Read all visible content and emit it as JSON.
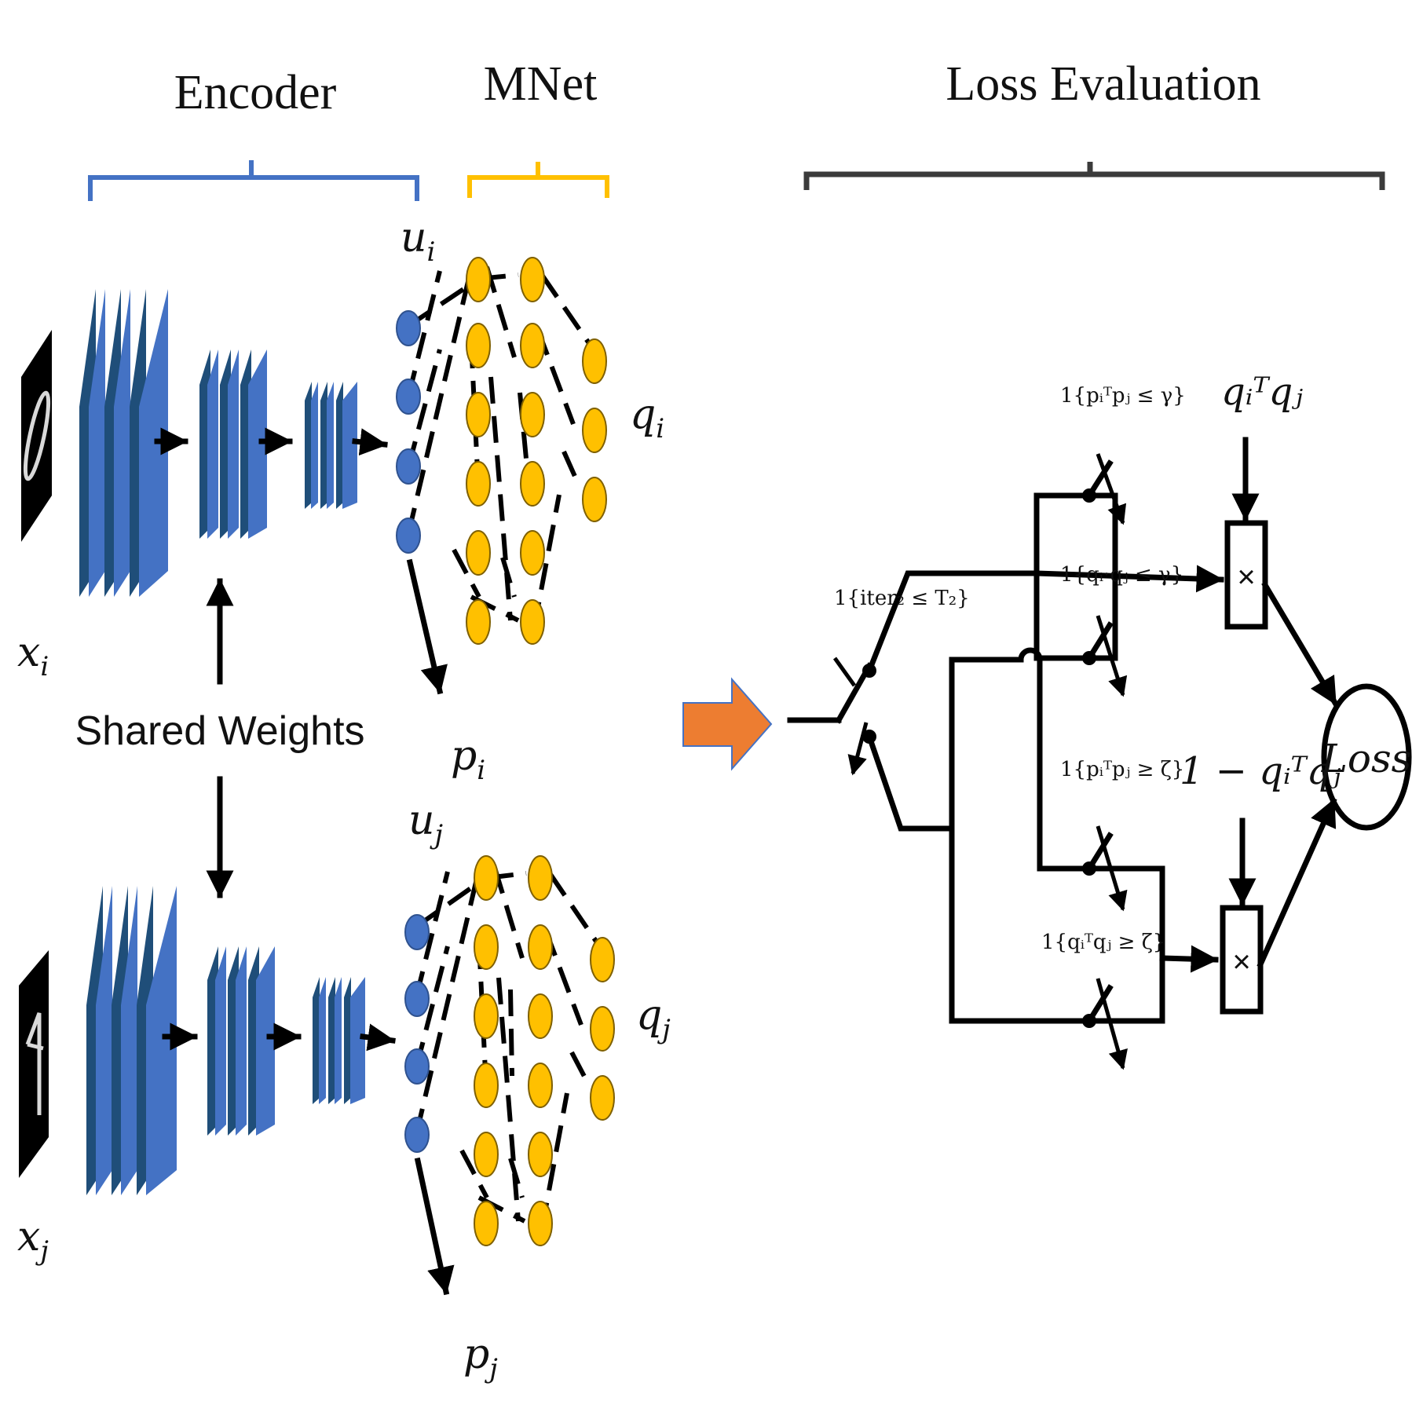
{
  "titles": {
    "encoder": "Encoder",
    "mnet": "MNet",
    "loss_evaluation": "Loss Evaluation"
  },
  "colors": {
    "encoder": "#4472C4",
    "encoder_dark": "#1F4E79",
    "mnet": "#FFC000",
    "loss_bracket": "#3B3B3B",
    "arrow": "#ED7D31"
  },
  "labels": {
    "x_i": "x",
    "x_i_sub": "i",
    "x_j": "x",
    "x_j_sub": "j",
    "u_i": "u",
    "u_i_sub": "i",
    "u_j": "u",
    "u_j_sub": "j",
    "q_i": "q",
    "q_i_sub": "i",
    "q_j": "q",
    "q_j_sub": "j",
    "p_i": "p",
    "p_i_sub": "i",
    "p_j": "p",
    "p_j_sub": "j",
    "shared_weights": "Shared Weights"
  },
  "loss": {
    "switch_iter": "1{iter₂ ≤ T₂}",
    "cond_pp_le": "1{pᵢᵀpⱼ ≤ γ}",
    "cond_qq_le": "1{qᵢ·qⱼ ≤ γ}",
    "cond_pp_ge": "1{pᵢᵀpⱼ ≥ ζ}",
    "cond_qq_ge": "1{qᵢᵀqⱼ ≥ ζ}",
    "qq_term": "qᵢᵀqⱼ",
    "one_minus_qq": "1 − qᵢᵀqⱼ",
    "mult_symbol": "×",
    "loss_node": "Loss"
  },
  "icons": {
    "digit_i": "mnist-digit-zero-icon",
    "digit_j": "mnist-digit-four-icon",
    "transition": "orange-right-arrow-icon"
  }
}
